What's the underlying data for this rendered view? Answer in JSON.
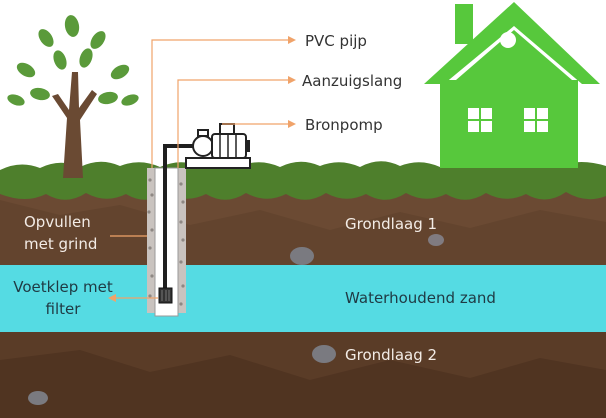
{
  "callouts": {
    "pvc_pipe": "PVC pijp",
    "suction_hose": "Aanzuigslang",
    "well_pump": "Bronpomp"
  },
  "layers": {
    "layer1": "Grondlaag 1",
    "aquifer": "Waterhoudend zand",
    "layer2": "Grondlaag 2"
  },
  "side_labels": {
    "gravel_line1": "Opvullen",
    "gravel_line2": "met grind",
    "foot_valve_line1": "Voetklep met",
    "foot_valve_line2": "filter"
  },
  "colors": {
    "callout_line": "#f0a36a",
    "grass": "#4e7f2c",
    "soil_upper": "#6b4a33",
    "soil_lower": "#5a3c27",
    "water": "#55dbe3",
    "house": "#57c83c",
    "tree_trunk": "#6a4a33",
    "tree_leaves": "#5a9a3a"
  }
}
